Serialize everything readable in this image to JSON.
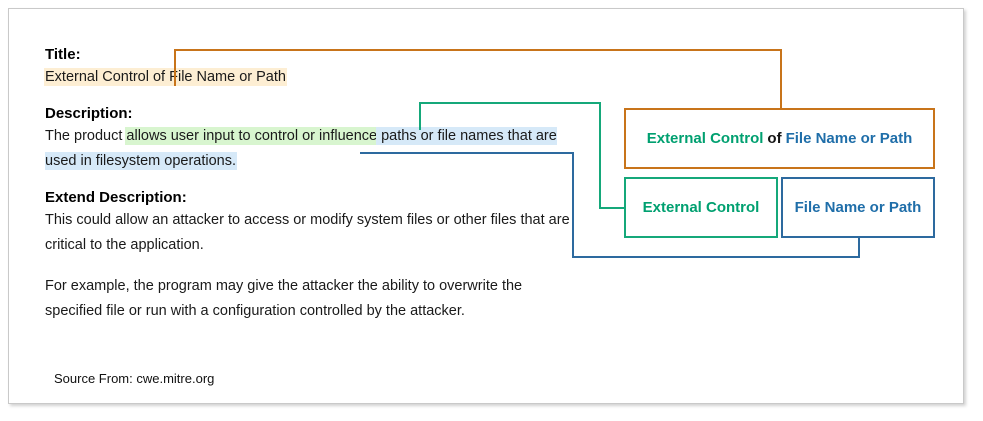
{
  "document": {
    "source_label": "Source From: cwe.mitre.org"
  },
  "sections": {
    "title": {
      "heading": "Title:",
      "value": "External Control of File Name or Path"
    },
    "description": {
      "heading": "Description:",
      "lead_text": "The product ",
      "green_segment": "allows user input to control or influence",
      "blue_segment": " paths or file names that are used in filesystem operations."
    },
    "extend_description": {
      "heading": "Extend Description:",
      "paragraph_1": "This could allow an attacker to access or modify system files or other files that are critical to the application.",
      "paragraph_2": "For example, the program may give the attacker the ability to overwrite the specified file or run with a configuration controlled by the attacker."
    }
  },
  "boxes": {
    "title_box": {
      "segment_green": "External Control",
      "segment_black": "of",
      "segment_blue": "File Name or Path"
    },
    "external_control_box": {
      "label": "External Control"
    },
    "file_name_path_box": {
      "label": "File Name or Path"
    }
  },
  "colors": {
    "orange_border": "#c8741a",
    "green_border": "#15a87a",
    "blue_border": "#2d6a9f",
    "green_text": "#00a070",
    "blue_text": "#1f6ea9",
    "highlight_orange": "#fdeed3",
    "highlight_green": "#d8f5cf",
    "highlight_blue": "#d6e9f8"
  }
}
